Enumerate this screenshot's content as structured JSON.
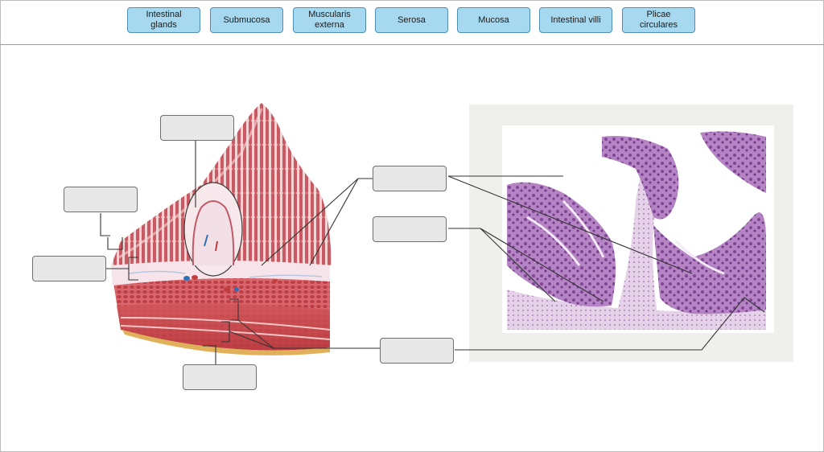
{
  "label_bank": [
    {
      "text": "Intestinal\nglands"
    },
    {
      "text": "Submucosa"
    },
    {
      "text": "Muscularis\nexterna"
    },
    {
      "text": "Serosa"
    },
    {
      "text": "Mucosa"
    },
    {
      "text": "Intestinal villi"
    },
    {
      "text": "Plicae\ncirculares"
    }
  ],
  "drop_targets": [
    "",
    "",
    "",
    "",
    "",
    "",
    ""
  ],
  "colors": {
    "chip_fill": "#a6d8ef",
    "chip_border": "#4f8fb2",
    "target_fill": "#e8e8e8",
    "tissue_pink": "#d96a74",
    "muscle_red": "#c94a4a",
    "micrograph_purple": "#8a4f9e"
  }
}
